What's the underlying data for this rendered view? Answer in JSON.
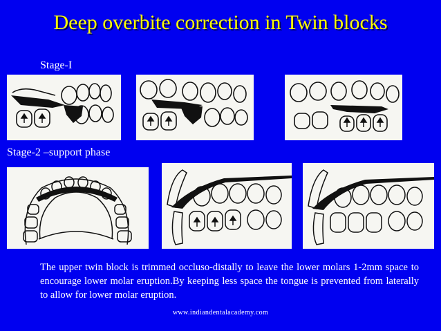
{
  "slide": {
    "title": "Deep overbite correction in Twin blocks",
    "stage1_label": "Stage-I",
    "stage2_label": "Stage-2 –support phase",
    "body": "The upper twin block is trimmed occluso-distally to leave the lower molars 1-2mm space to encourage lower molar eruption.By keeping less space the tongue is prevented from laterally to allow for lower molar eruption.",
    "footer": "www.indiandentalacademy.com"
  },
  "colors": {
    "background": "#0000f0",
    "title": "#ffff00",
    "text": "#ffffff",
    "panel": "#f6f6f2"
  },
  "figures": [
    {
      "name": "stage1-figure-1",
      "description_icon": "dental-diagram"
    },
    {
      "name": "stage1-figure-2",
      "description_icon": "dental-diagram"
    },
    {
      "name": "stage1-figure-3",
      "description_icon": "dental-diagram"
    },
    {
      "name": "stage2-arch-figure",
      "description_icon": "dental-arch-diagram"
    },
    {
      "name": "stage2-figure-2",
      "description_icon": "dental-diagram"
    },
    {
      "name": "stage2-figure-3",
      "description_icon": "dental-diagram"
    }
  ]
}
